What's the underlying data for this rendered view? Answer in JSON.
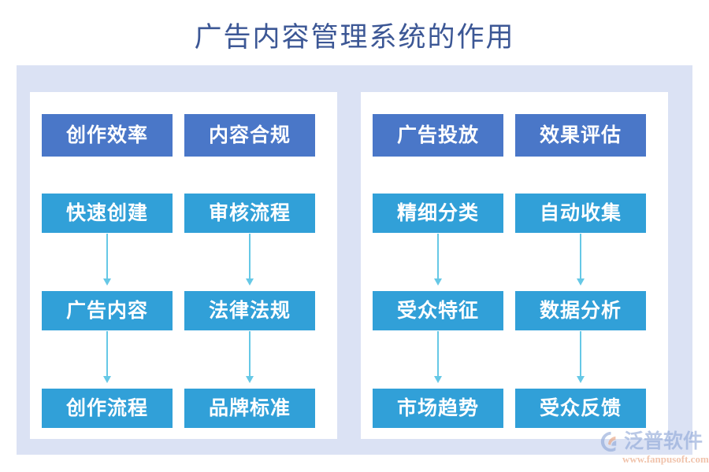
{
  "page": {
    "title": "广告内容管理系统的作用",
    "background_color": "#ffffff",
    "title_color": "#3c5795",
    "frame_color": "#dbe2f4",
    "panel_color": "#ffffff"
  },
  "colors": {
    "header_box": "#4a77c8",
    "item_box": "#31a0d8",
    "arrow": "#66c8e6",
    "logo_text": "#8fa8d8",
    "logo_url": "#e8a07a"
  },
  "diagram": {
    "panels": [
      {
        "name": "left-panel",
        "columns": [
          {
            "header": "创作效率",
            "items": [
              "快速创建",
              "广告内容",
              "创作流程"
            ]
          },
          {
            "header": "内容合规",
            "items": [
              "审核流程",
              "法律法规",
              "品牌标准"
            ]
          }
        ]
      },
      {
        "name": "right-panel",
        "columns": [
          {
            "header": "广告投放",
            "items": [
              "精细分类",
              "受众特征",
              "市场趋势"
            ]
          },
          {
            "header": "效果评估",
            "items": [
              "自动收集",
              "数据分析",
              "受众反馈"
            ]
          }
        ]
      }
    ]
  },
  "watermark": {
    "brand": "泛普软件",
    "url": "www.fanpusoft.com"
  }
}
